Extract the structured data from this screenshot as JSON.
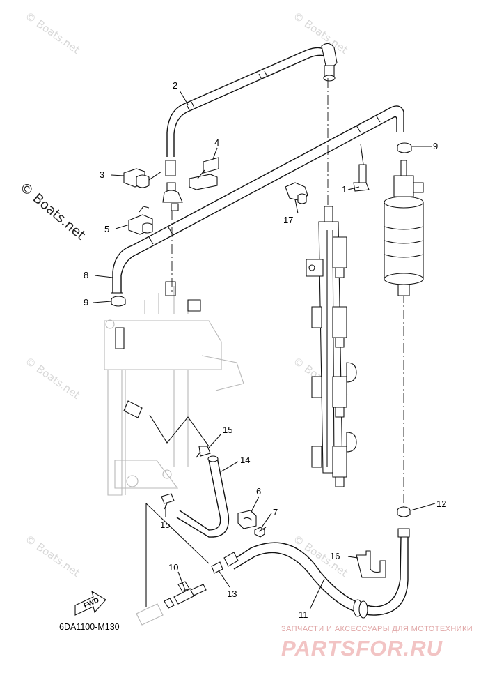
{
  "watermarks": {
    "main": "© Boats.net",
    "repeat": "© Boats.net"
  },
  "callouts": [
    {
      "id": "c1",
      "label": "1"
    },
    {
      "id": "c2",
      "label": "2"
    },
    {
      "id": "c3",
      "label": "3"
    },
    {
      "id": "c4",
      "label": "4"
    },
    {
      "id": "c5",
      "label": "5"
    },
    {
      "id": "c6",
      "label": "6"
    },
    {
      "id": "c7",
      "label": "7"
    },
    {
      "id": "c8",
      "label": "8"
    },
    {
      "id": "c9a",
      "label": "9"
    },
    {
      "id": "c9b",
      "label": "9"
    },
    {
      "id": "c10",
      "label": "10"
    },
    {
      "id": "c11",
      "label": "11"
    },
    {
      "id": "c12",
      "label": "12"
    },
    {
      "id": "c13",
      "label": "13"
    },
    {
      "id": "c14",
      "label": "14"
    },
    {
      "id": "c15a",
      "label": "15"
    },
    {
      "id": "c15b",
      "label": "15"
    },
    {
      "id": "c16",
      "label": "16"
    },
    {
      "id": "c17",
      "label": "17"
    }
  ],
  "diagram_code": "6DA1100-M130",
  "fwd_label": "FWD",
  "shop": {
    "tagline": "ЗАПЧАСТИ И АКСЕССУАРЫ ДЛЯ МОТОТЕХНИКИ",
    "logo": "PARTSFOR.RU"
  }
}
